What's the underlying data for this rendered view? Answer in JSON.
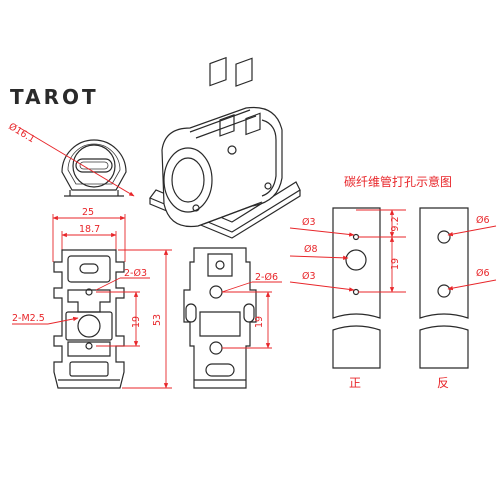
{
  "brand": {
    "logo_text": "TAROT"
  },
  "top_view": {
    "diameter_label": "Ø16.1"
  },
  "front_view": {
    "width_outer": "25",
    "width_inner": "18.7",
    "hole_small": "2-Ø3",
    "screw_label": "2-M2.5",
    "spacing": "19",
    "height": "53"
  },
  "side_view": {
    "hole_label": "2-Ø6",
    "spacing": "19"
  },
  "drilling": {
    "title": "碳纤维管打孔示意图",
    "front_label": "正",
    "back_label": "反",
    "front_holes": [
      "Ø3",
      "Ø8",
      "Ø3"
    ],
    "front_spacing_top": "9.2",
    "front_spacing": "19",
    "back_holes": [
      "Ø6",
      "Ø6"
    ]
  },
  "colors": {
    "dimension": "#e8262a",
    "outline": "#2a2a2a"
  }
}
